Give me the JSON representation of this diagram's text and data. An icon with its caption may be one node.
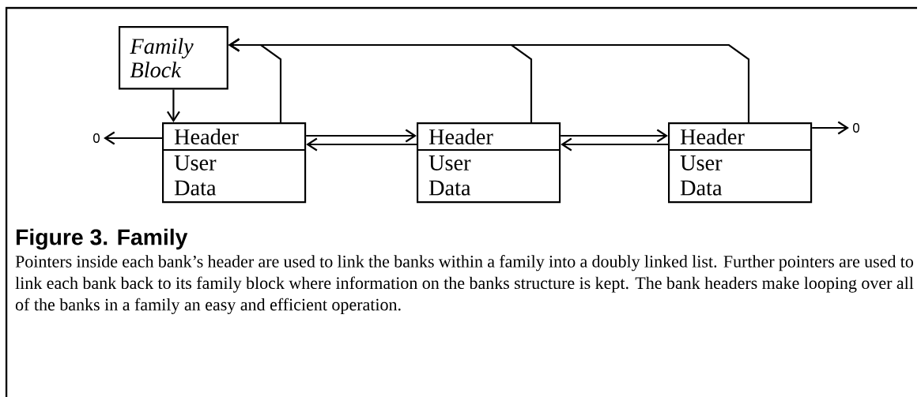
{
  "diagram": {
    "title": "Figure 3. Family",
    "caption": "Pointers inside each bank’s header are used to link the banks within a family into a doubly linked list. Further pointers are used to link each bank back to its family block where information on the banks structure is kept. The bank headers make looping over all of the banks in a family an easy and efficient operation.",
    "nodes": [
      {
        "text": [
          "Family Block"
        ]
      },
      {
        "text": [
          "Header",
          "User Data"
        ]
      },
      {
        "text": [
          "Header",
          "User Data"
        ]
      },
      {
        "text": [
          "Header",
          "User Data"
        ]
      },
      {
        "text": [
          "0"
        ]
      },
      {
        "text": [
          "0"
        ]
      }
    ],
    "edges": [
      {
        "from": 0,
        "to": 1,
        "arrow": "to"
      },
      {
        "from": 1,
        "to": 0,
        "arrow": "to"
      },
      {
        "from": 2,
        "to": 0,
        "arrow": "to"
      },
      {
        "from": 3,
        "to": 0,
        "arrow": "to"
      },
      {
        "from": 1,
        "to": 2,
        "arrow": "to"
      },
      {
        "from": 2,
        "to": 1,
        "arrow": "to"
      },
      {
        "from": 2,
        "to": 3,
        "arrow": "to"
      },
      {
        "from": 3,
        "to": 2,
        "arrow": "to"
      },
      {
        "from": 1,
        "to": 4,
        "arrow": "to"
      },
      {
        "from": 3,
        "to": 5,
        "arrow": "to"
      }
    ]
  }
}
